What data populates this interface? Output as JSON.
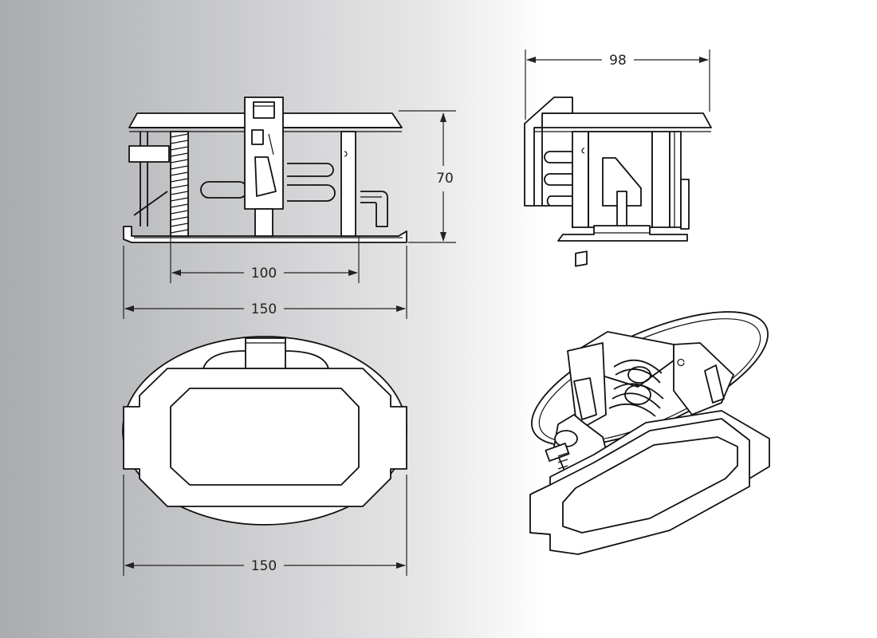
{
  "dimensions": {
    "front_height": "70",
    "front_inner_width": "100",
    "front_total_width": "150",
    "side_width": "98",
    "top_width": "150"
  }
}
